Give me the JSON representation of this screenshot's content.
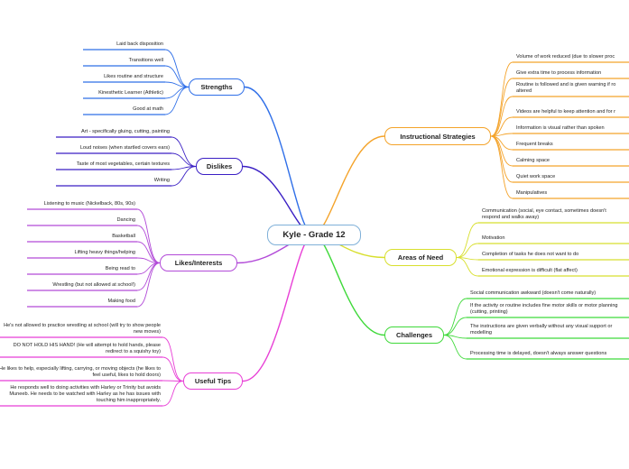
{
  "center": {
    "title": "Kyle - Grade 12"
  },
  "colors": {
    "strengths": "#2f6fe8",
    "dislikes": "#3a1fc4",
    "likes": "#b24ad8",
    "tips": "#e83fd6",
    "instructional": "#f4a32a",
    "needs": "#d8df2e",
    "challenges": "#3fd93a",
    "center_border": "#7fb0d8"
  },
  "branches": {
    "strengths": {
      "label": "Strengths",
      "items": [
        "Laid back disposition",
        "Transitions well",
        "Likes routine and structure",
        "Kinesthetic Learner (Athletic)",
        "Good at math"
      ]
    },
    "dislikes": {
      "label": "Dislikes",
      "items": [
        "Art - specifically gluing, cutting, painting",
        "Loud noises (when startled covers ears)",
        "Taste of most vegetables, certain textures",
        "Writing"
      ]
    },
    "likes": {
      "label": "Likes/Interests",
      "items": [
        "Listening to music (Nickelback, 80s, 90s)",
        "Dancing",
        "Basketball",
        "Lifting heavy things/helping",
        "Being read to",
        "Wrestling (but not allowed at school!)",
        "Making food"
      ]
    },
    "tips": {
      "label": "Useful Tips",
      "items": [
        "He's not allowed to practice wrestling at school (will try to show people new moves)",
        "DO NOT HOLD HIS HAND! (He will attempt to hold hands, please redirect to a squishy toy)",
        "He likes to help, especially lifting, carrying, or moving objects (he likes to feel useful, likes to hold doors)",
        "He responds well to doing activities with Harley or Trinity but avoids Muneeb. He needs to be watched with Harley as he has issues with touching him inappropriately."
      ]
    },
    "instructional": {
      "label": "Instructional Strategies",
      "items": [
        "Volume of work reduced (due to slower proc",
        "Give extra time to process information",
        "Routine is followed and is given warning if ro altered",
        "Videos are helpful to keep attention and for r",
        "Information is visual rather than spoken",
        "Frequent breaks",
        "Calming space",
        "Quiet work space",
        "Manipulatives"
      ]
    },
    "needs": {
      "label": "Areas of Need",
      "items": [
        "Communication (social, eye contact, sometimes doesn't respond and walks away)",
        "Motivation",
        "Completion of tasks he does not want to do",
        "Emotional expression is difficult (flat affect)"
      ]
    },
    "challenges": {
      "label": "Challenges",
      "items": [
        "Social communication awkward (doesn't come naturally)",
        "If the activity or routine includes fine motor skills or motor planning (cutting, printing)",
        "The instructions are given verbally without any visual support or modelling",
        "Processing time is delayed, doesn't always answer questions"
      ]
    }
  }
}
